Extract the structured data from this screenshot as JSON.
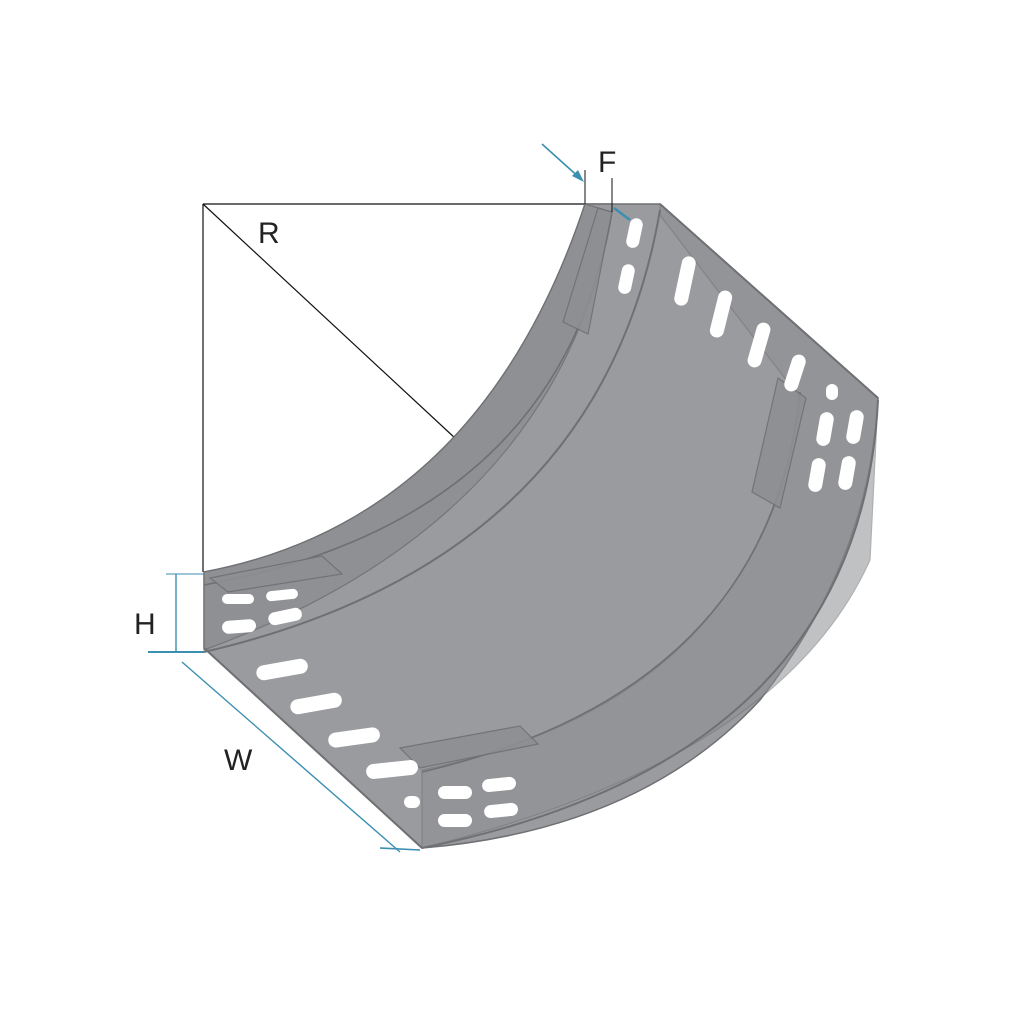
{
  "labels": {
    "radius": "R",
    "flange": "F",
    "height": "H",
    "width": "W"
  },
  "colors": {
    "tray_fill": "#9a9b9e",
    "tray_edge": "#6f7073",
    "inner_wall": "#8e8f92",
    "slot": "#ffffff",
    "dimension_line": "#111111",
    "dimension_arrow": "#3b8fb0"
  }
}
